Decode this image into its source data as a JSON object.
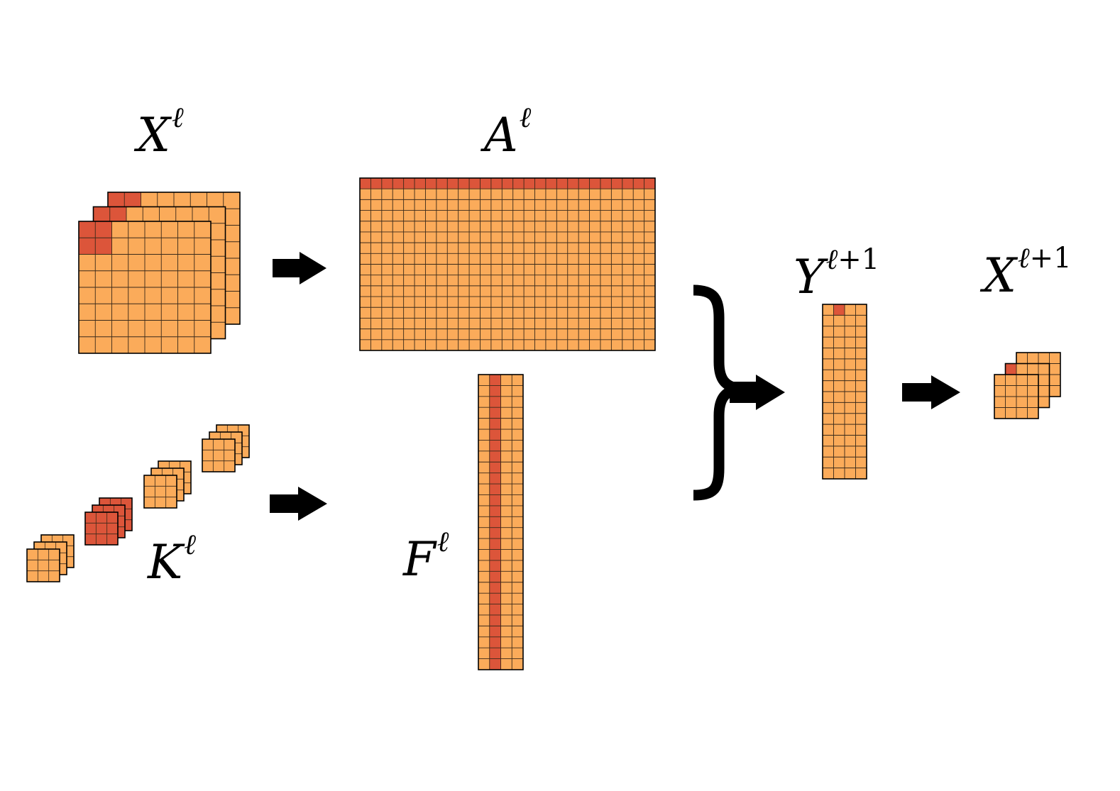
{
  "labels": {
    "x_l": {
      "base": "X",
      "sup": "ℓ"
    },
    "a_l": {
      "base": "A",
      "sup": "ℓ"
    },
    "k_l": {
      "base": "K",
      "sup": "ℓ"
    },
    "f_l": {
      "base": "F",
      "sup": "ℓ"
    },
    "y_l1": {
      "base": "Y",
      "sup_var": "ℓ",
      "sup_rest": "+1"
    },
    "x_l1": {
      "base": "X",
      "sup_var": "ℓ",
      "sup_rest": "+1"
    }
  },
  "colors": {
    "cell": "#fbab5a",
    "highlight": "#dc553a",
    "grid": "#3a2a1a",
    "arrow": "#000000"
  }
}
